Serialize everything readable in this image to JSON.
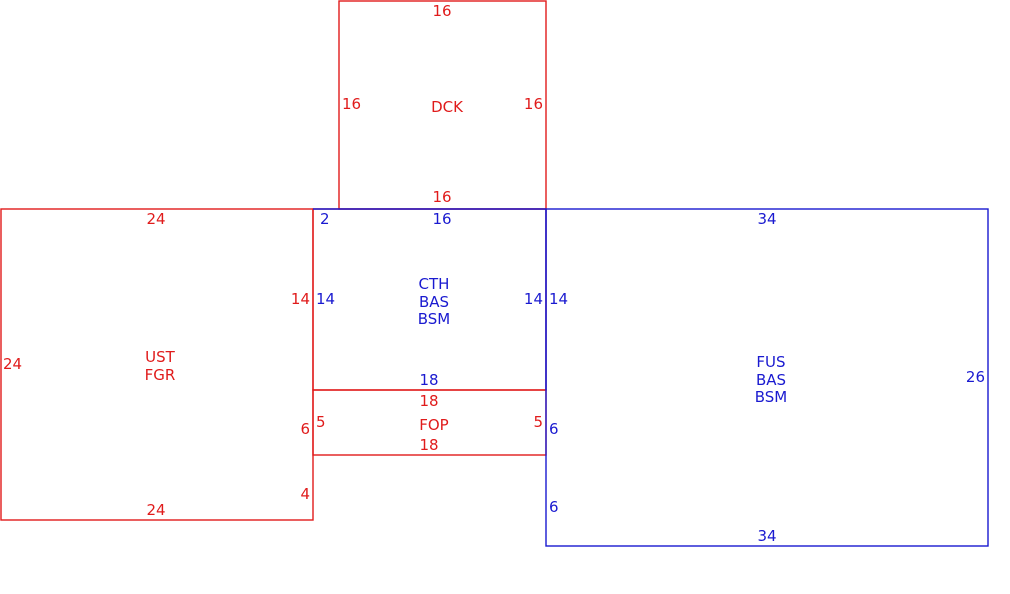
{
  "colors": {
    "red": "#e01b1b",
    "blue": "#1a1ad0"
  },
  "rooms": {
    "dck": {
      "code": "DCK",
      "dims": {
        "top": "16",
        "left": "16",
        "right": "16",
        "bottom": "16"
      }
    },
    "ust": {
      "code1": "UST",
      "code2": "FGR",
      "dims": {
        "top": "24",
        "left": "24",
        "right_upper": "14",
        "right_middle": "6",
        "right_lower": "4",
        "bottom": "24"
      }
    },
    "cth": {
      "code1": "CTH",
      "code2": "BAS",
      "code3": "BSM",
      "dims": {
        "corner": "2",
        "top": "16",
        "left": "14",
        "right": "14",
        "bottom": "18"
      }
    },
    "fop": {
      "code": "FOP",
      "dims": {
        "top": "18",
        "left": "5",
        "right": "5",
        "bottom": "18"
      }
    },
    "fus": {
      "code1": "FUS",
      "code2": "BAS",
      "code3": "BSM",
      "dims": {
        "top": "34",
        "left_upper": "14",
        "left_middle": "6",
        "left_lower": "6",
        "right": "26",
        "bottom": "34"
      }
    }
  }
}
